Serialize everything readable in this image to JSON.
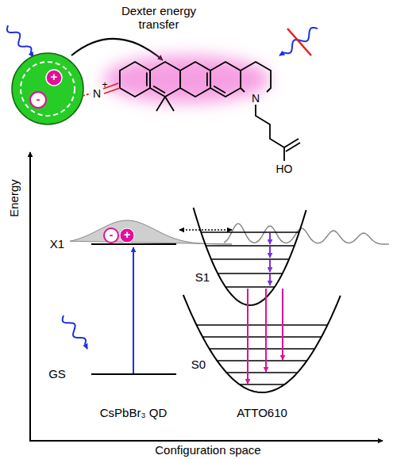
{
  "diagram": {
    "labels": [
      "Dexter energy transfer",
      "N",
      "+",
      "N",
      "HO",
      "+",
      "-",
      "Energy",
      "X1",
      "GS",
      "-",
      "+",
      "S1",
      "S0",
      "CsPbBr₃ QD",
      "ATTO610",
      "Configuration space"
    ]
  }
}
